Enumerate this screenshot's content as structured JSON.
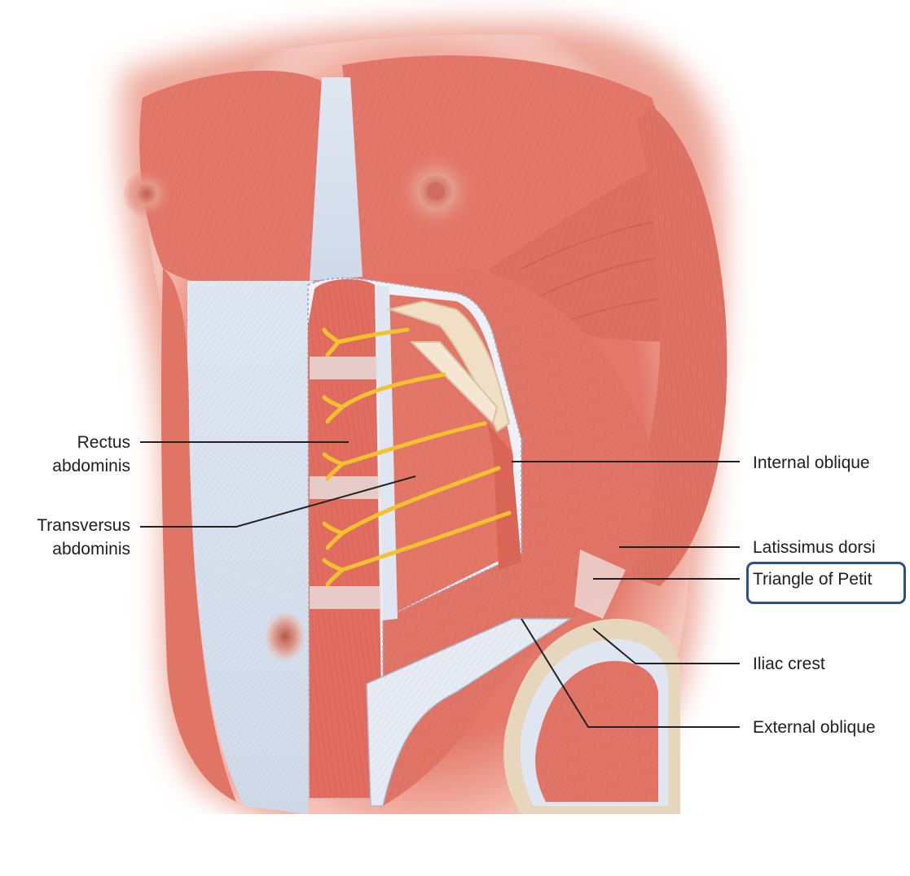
{
  "labels": {
    "rectus_line1": "Rectus",
    "rectus_line2": "abdominis",
    "transversus_line1": "Transversus",
    "transversus_line2": "abdominis",
    "internal_oblique": "Internal oblique",
    "latissimus_dorsi": "Latissimus dorsi",
    "triangle_of_petit": "Triangle of Petit",
    "iliac_crest": "Iliac crest",
    "external_oblique": "External oblique"
  },
  "highlighted_label": "Triangle of Petit",
  "colors": {
    "muscle": "#e2776a",
    "muscle_dark": "#cf5a4c",
    "skin_edge": "#f6cfc4",
    "fascia": "#dfe6f1",
    "nerve": "#f2c12e",
    "rib": "#f1dfc5",
    "bone": "#f0e2cc",
    "leader_line": "#222222",
    "highlight_box": "#2b4f86"
  }
}
